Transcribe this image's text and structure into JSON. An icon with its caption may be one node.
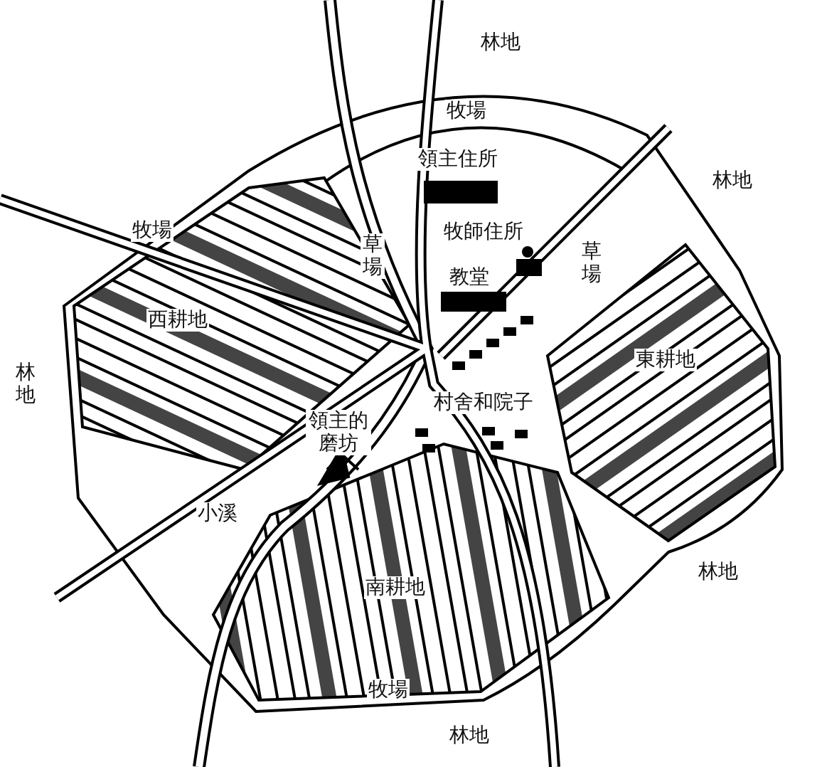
{
  "diagram": {
    "labels": [
      "林地",
      "牧場",
      "領主住所",
      "林地",
      "牧場",
      "草場",
      "牧師住所",
      "草場",
      "教堂",
      "西耕地",
      "林地",
      "東耕地",
      "領主的磨坊",
      "村舍和院子",
      "小溪",
      "林地",
      "南耕地",
      "牧場",
      "林地"
    ]
  }
}
